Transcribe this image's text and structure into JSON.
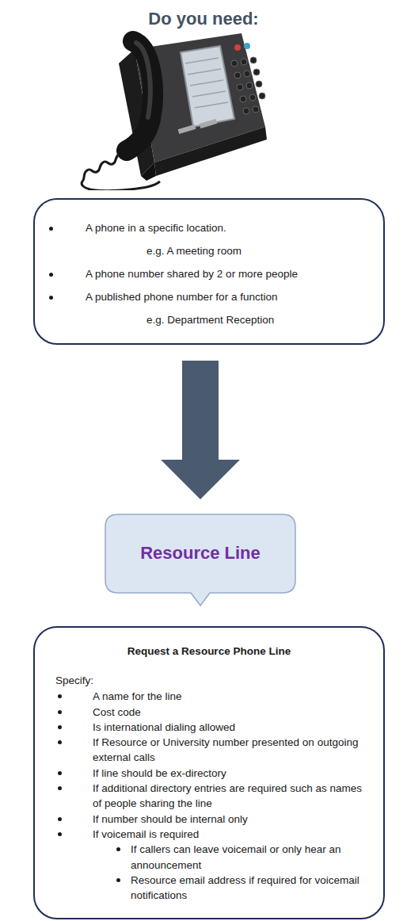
{
  "diagram": {
    "title": "Do you need:",
    "nodes": [
      {
        "text": [
          "A phone in a specific location.",
          "e.g. A meeting room",
          "A phone number shared by 2 or more people",
          "A published phone number for a function",
          "e.g. Department Reception"
        ]
      },
      {
        "text": [
          "Resource Line"
        ]
      },
      {
        "text": [
          "Request a Resource Phone Line",
          "Specify:",
          "A name for the line",
          "Cost code",
          "Is international dialing allowed",
          "If Resource or University number presented on outgoing external calls",
          "If line should be ex-directory",
          "If additional directory entries are required such as names of people sharing the line",
          "If number should be internal only",
          "If voicemail is required",
          "If callers can leave voicemail or only hear an announcement",
          "Resource email address if required for voicemail notifications"
        ]
      }
    ],
    "edges": [
      {
        "from": 0,
        "to": 1,
        "arrow": "to"
      }
    ]
  }
}
